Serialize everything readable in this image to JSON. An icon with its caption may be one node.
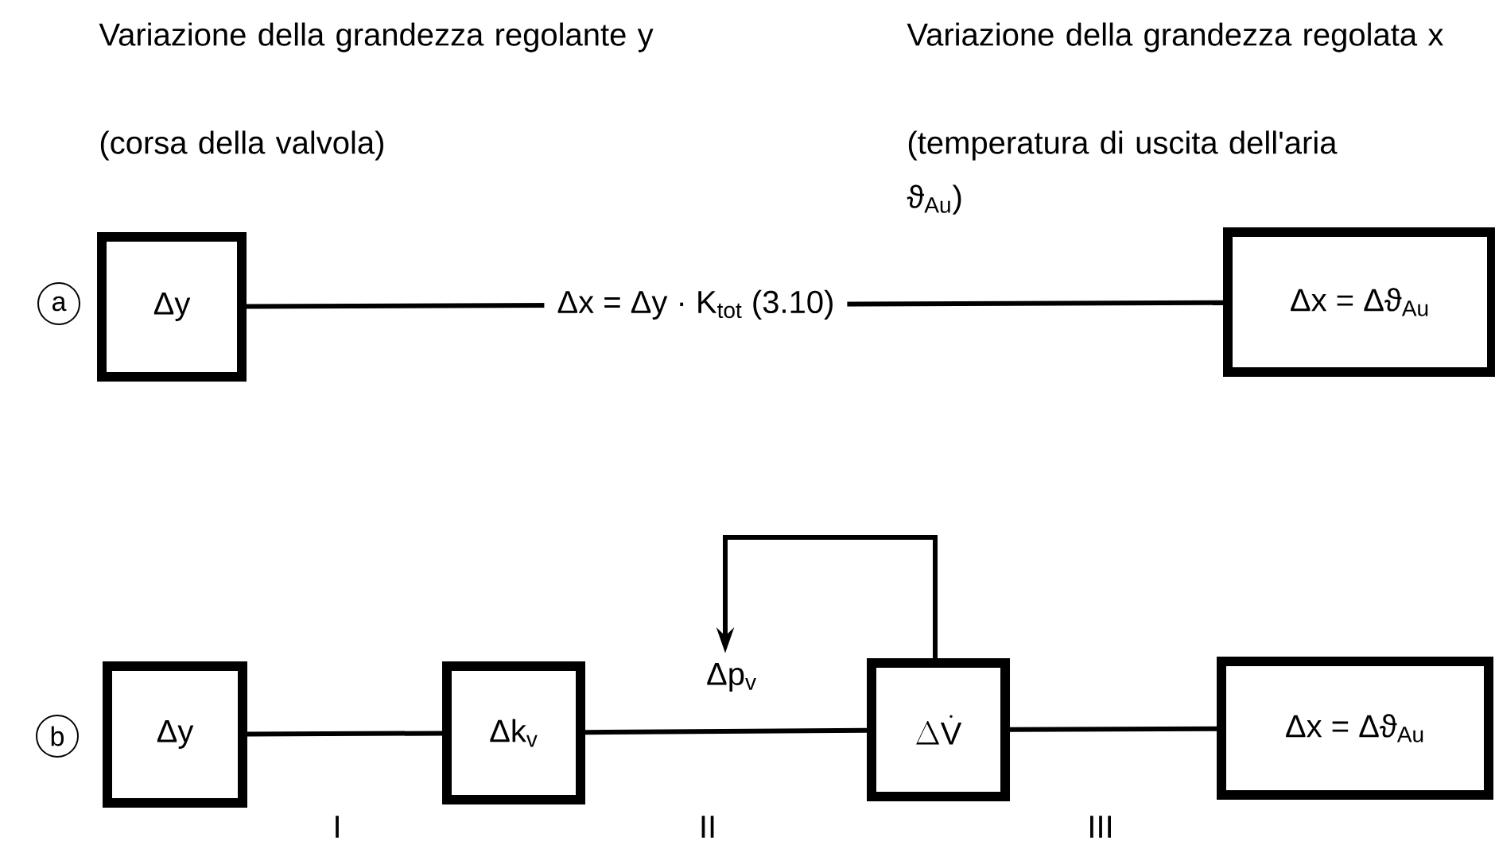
{
  "diagram": {
    "nodes": [
      {
        "text": [
          "Δy"
        ]
      },
      {
        "text": [
          "Δx = Δϑ$_{Au}$"
        ]
      },
      {
        "text": [
          "Δy"
        ]
      },
      {
        "text": [
          "Δk$_{v}$"
        ]
      },
      {
        "text": [
          "\\Delta \\dot{\\mathrm{V}}"
        ]
      },
      {
        "text": [
          "Δx = Δϑ$_{Au}$"
        ]
      },
      {
        "text": [
          "Δp$_{v}$"
        ]
      }
    ],
    "edges": [
      {
        "from": 0,
        "to": 1,
        "arrow": "none",
        "label": "Δx = Δy · K$_{tot}$ (3.10)"
      },
      {
        "from": 2,
        "to": 3,
        "arrow": "none"
      },
      {
        "from": 3,
        "to": 4,
        "arrow": "none"
      },
      {
        "from": 4,
        "to": 5,
        "arrow": "none"
      },
      {
        "from": 4,
        "to": 6,
        "arrow": "to"
      }
    ],
    "labels": [
      "Variazione della grandezza regolante y",
      "(corsa della valvola)",
      "Variazione della grandezza regolata x",
      "(temperatura di uscita dell'aria ϑ$_{Au}$)",
      "a",
      "b",
      "I",
      "II",
      "III"
    ]
  }
}
